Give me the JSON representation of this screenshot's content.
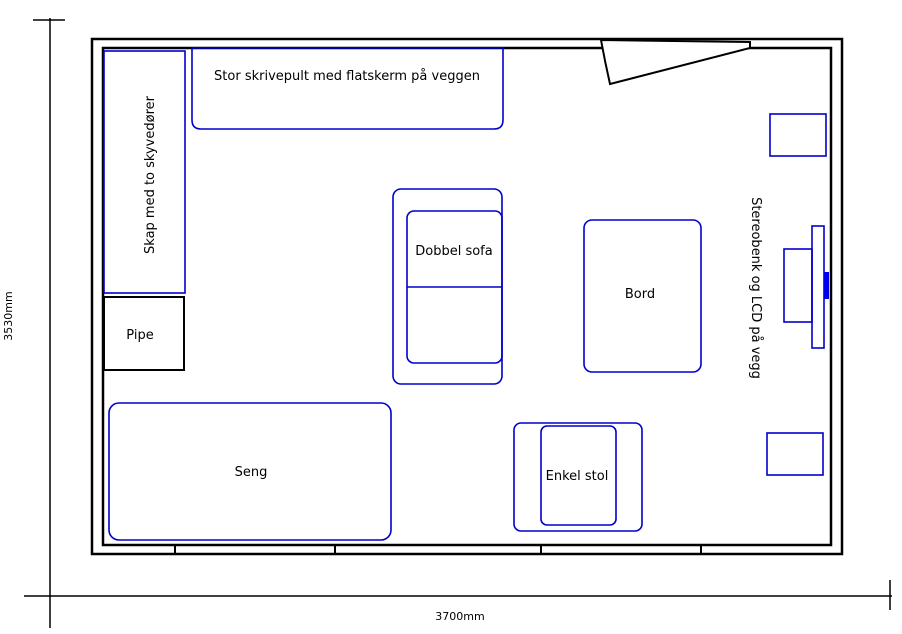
{
  "colors": {
    "wall": "#000000",
    "furniture": "#0000cc",
    "tv": "#0000ee",
    "background": "#ffffff"
  },
  "dimensions": {
    "width_label": "3700mm",
    "height_label": "3530mm"
  },
  "furniture": {
    "desk": "Stor skrivepult med flatskerm på veggen",
    "wardrobe": "Skap med to skyvedører",
    "chimney": "Pipe",
    "sofa": "Dobbel sofa",
    "table": "Bord",
    "stereo": "Stereobenk og LCD på vegg",
    "bed": "Seng",
    "chair": "Enkel stol"
  }
}
